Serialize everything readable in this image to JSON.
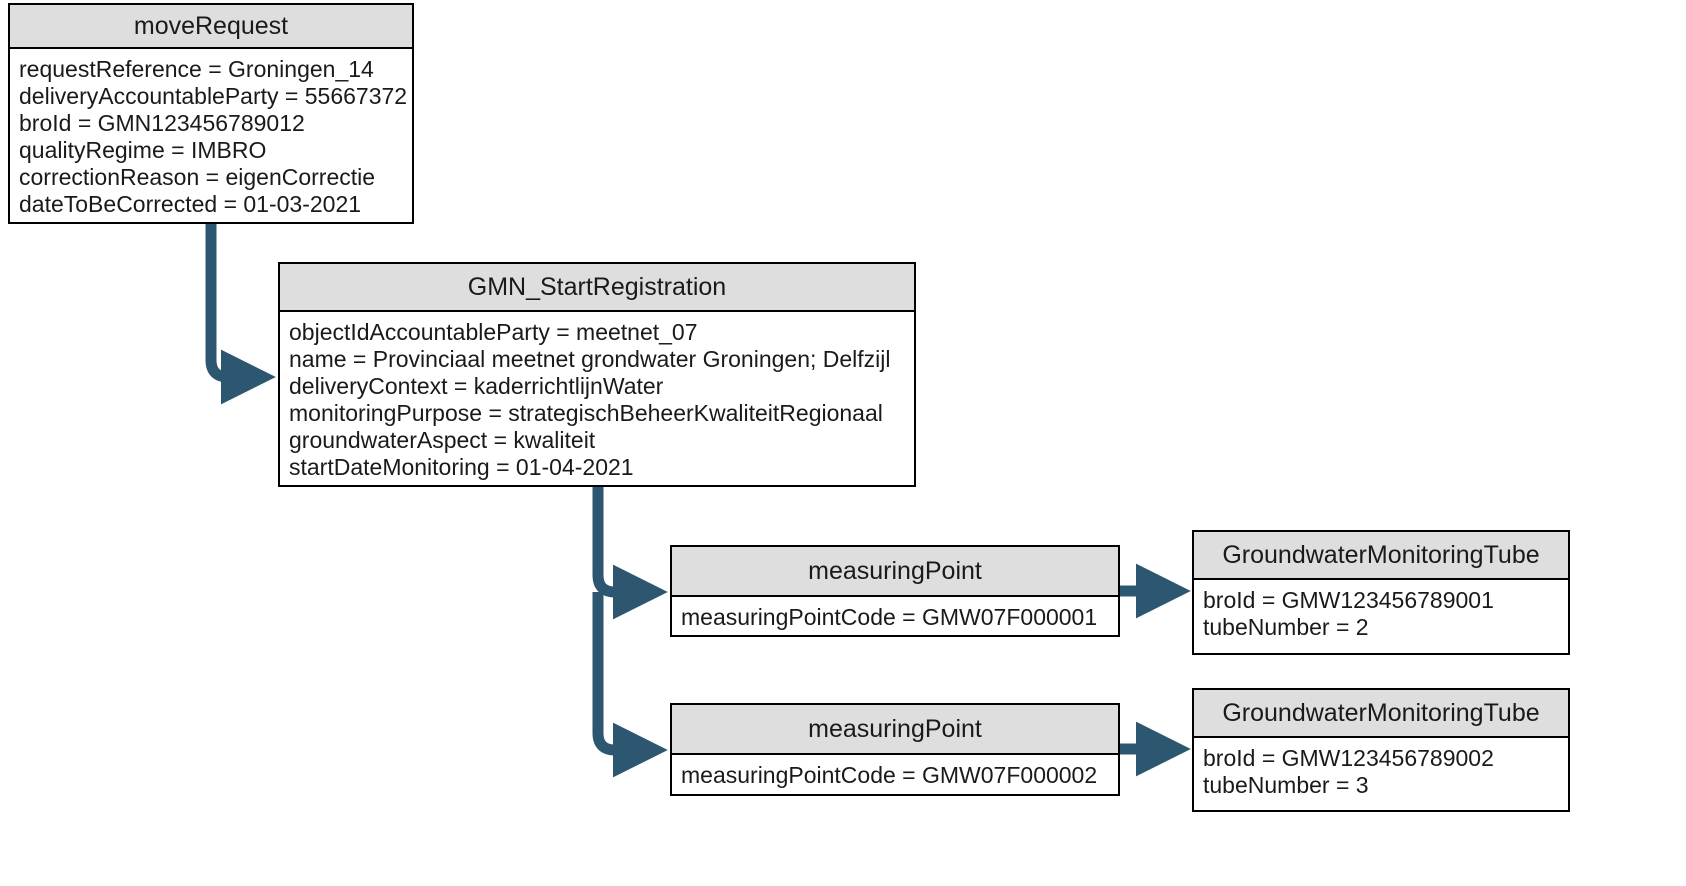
{
  "diagram": {
    "type": "uml-object-diagram",
    "accent_color": "#2d5670",
    "header_fill": "#dedede",
    "border_color": "#000000",
    "background": "#ffffff"
  },
  "boxes": [
    {
      "id": "moveRequest",
      "title": "moveRequest",
      "attributes": [
        "requestReference = Groningen_14",
        "deliveryAccountableParty = 55667372",
        "broId = GMN123456789012",
        "qualityRegime = IMBRO",
        "correctionReason = eigenCorrectie",
        "dateToBeCorrected = 01-03-2021"
      ]
    },
    {
      "id": "gmn",
      "title": "GMN_StartRegistration",
      "attributes": [
        "objectIdAccountableParty = meetnet_07",
        "name = Provinciaal meetnet grondwater Groningen; Delfzijl",
        "deliveryContext = kaderrichtlijnWater",
        "monitoringPurpose = strategischBeheerKwaliteitRegionaal",
        "groundwaterAspect = kwaliteit",
        "startDateMonitoring = 01-04-2021"
      ]
    },
    {
      "id": "mp1",
      "title": "measuringPoint",
      "attributes": [
        "measuringPointCode = GMW07F000001"
      ]
    },
    {
      "id": "mp2",
      "title": "measuringPoint",
      "attributes": [
        "measuringPointCode = GMW07F000002"
      ]
    },
    {
      "id": "gmt1",
      "title": "GroundwaterMonitoringTube",
      "attributes": [
        "broId = GMW123456789001",
        "tubeNumber = 2"
      ]
    },
    {
      "id": "gmt2",
      "title": "GroundwaterMonitoringTube",
      "attributes": [
        "broId = GMW123456789002",
        "tubeNumber = 3"
      ]
    }
  ],
  "connectors": [
    {
      "id": "moveRequest-to-gmn",
      "from": "moveRequest",
      "to": "gmn",
      "style": "elbow-arrow"
    },
    {
      "id": "gmn-to-mp1",
      "from": "gmn",
      "to": "mp1",
      "style": "elbow-arrow"
    },
    {
      "id": "gmn-to-mp2",
      "from": "gmn",
      "to": "mp2",
      "style": "elbow-arrow"
    },
    {
      "id": "mp1-to-gmt1",
      "from": "mp1",
      "to": "gmt1",
      "style": "straight-arrow"
    },
    {
      "id": "mp2-to-gmt2",
      "from": "mp2",
      "to": "gmt2",
      "style": "straight-arrow"
    }
  ]
}
